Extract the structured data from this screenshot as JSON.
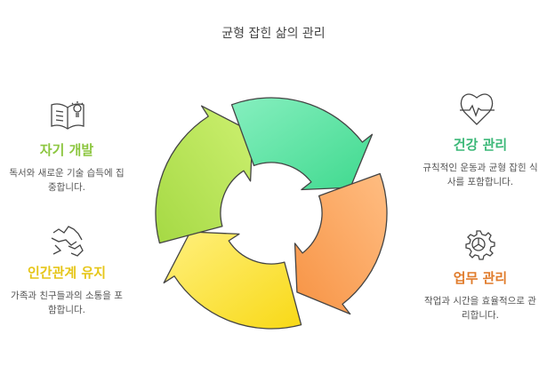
{
  "title": "균형 잡힌 삶의 관리",
  "items": [
    {
      "title": "자기 개발",
      "desc": "독서와 새로운 기술 습득에 집중합니다.",
      "icon": "book-lightbulb-icon",
      "color": "#8cc63f"
    },
    {
      "title": "인간관계 유지",
      "desc": "가족과 친구들과의 소통을 포함합니다.",
      "icon": "handshake-icon",
      "color": "#e6c619"
    },
    {
      "title": "건강 관리",
      "desc": "규칙적인 운동과 균형 잡힌 식사를 포함합니다.",
      "icon": "heart-pulse-icon",
      "color": "#3cb878"
    },
    {
      "title": "업무 관리",
      "desc": "작업과 시간을 효율적으로 관리합니다.",
      "icon": "gear-chart-icon",
      "color": "#e07b2a"
    }
  ]
}
